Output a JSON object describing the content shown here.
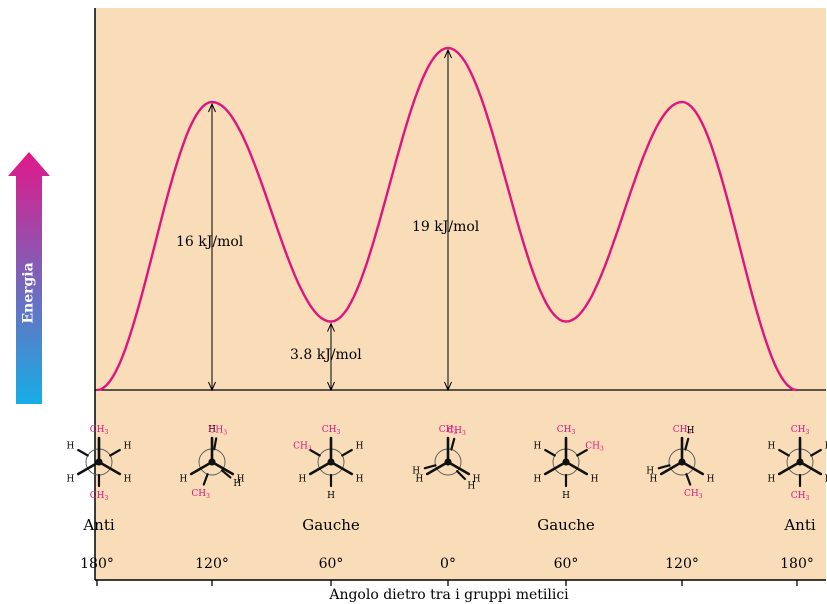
{
  "y_axis_label": "Energia",
  "x_axis_title": "Angolo dietro tra i gruppi metilici",
  "x_ticks": [
    "180°",
    "120°",
    "60°",
    "0°",
    "60°",
    "120°",
    "180°"
  ],
  "barrier_labels": {
    "first": "16 kJ/mol",
    "gauche": "3.8 kJ/mol",
    "eclipsed_methyls": "19 kJ/mol"
  },
  "conformation_names": [
    "Anti",
    "Gauche",
    "Gauche",
    "Anti"
  ],
  "atom_labels": {
    "methyl": "CH",
    "methyl_sub": "3",
    "hydrogen": "H"
  },
  "colors": {
    "panel_background": "#f9ddb9",
    "curve": "#e0147f",
    "methyl_text": "#e0147f",
    "arrow_top": "#e2178a",
    "arrow_bottom": "#16aee6",
    "axis": "#000000"
  },
  "chart_data": {
    "type": "line",
    "x_ticks": [
      "180°",
      "120°",
      "60°",
      "0°",
      "60°",
      "120°",
      "180°"
    ],
    "ylabel": "Energia",
    "xlabel": "Angolo dietro tra i gruppi metilici",
    "series": [
      {
        "x_positions": [
          0,
          1,
          2,
          3,
          4,
          5,
          6
        ],
        "values": [
          0,
          16,
          3.8,
          19,
          3.8,
          16,
          0
        ]
      }
    ],
    "annotations": [
      {
        "text": "16 kJ/mol",
        "at_tick": 1,
        "from": 0,
        "to": 16
      },
      {
        "text": "3.8 kJ/mol",
        "at_tick": 2,
        "from": 0,
        "to": 3.8
      },
      {
        "text": "19 kJ/mol",
        "at_tick": 3,
        "from": 0,
        "to": 19
      }
    ],
    "ylim": [
      0,
      20
    ]
  }
}
